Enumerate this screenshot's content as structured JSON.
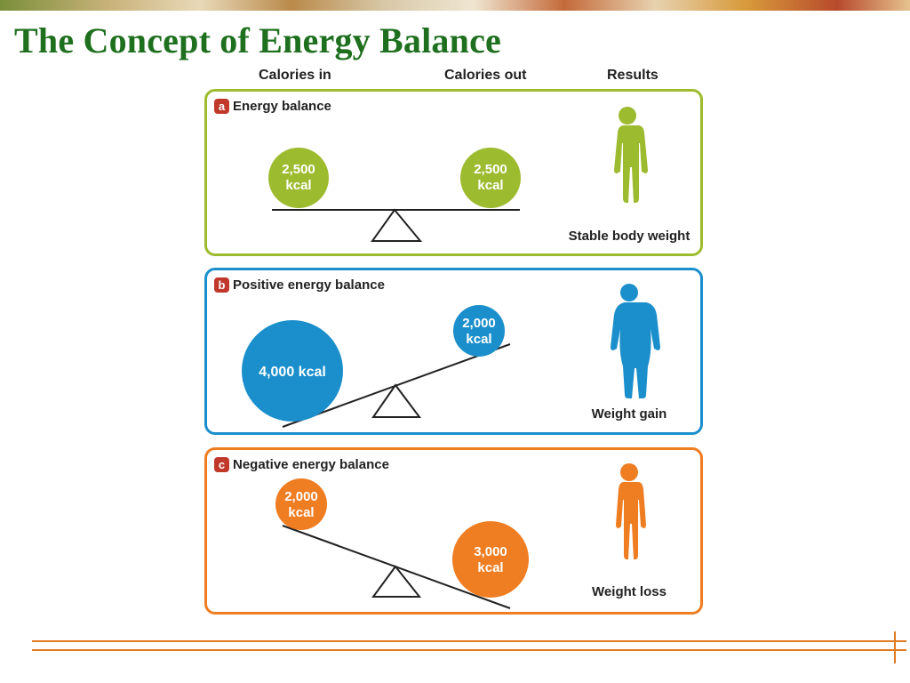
{
  "title": "The Concept of Energy Balance",
  "columns": {
    "in": "Calories in",
    "out": "Calories out",
    "results": "Results"
  },
  "colors": {
    "green": "#9dbb2f",
    "blue": "#1b8fcc",
    "orange": "#ef7d22",
    "title": "#1e6f1e",
    "badge": "#c0392b"
  },
  "panels": [
    {
      "letter": "a",
      "title": "Energy balance",
      "in_value": "2,500",
      "in_unit": "kcal",
      "out_value": "2,500",
      "out_unit": "kcal",
      "result": "Stable body weight"
    },
    {
      "letter": "b",
      "title": "Positive energy balance",
      "in_value": "4,000 kcal",
      "in_unit": "",
      "out_value": "2,000",
      "out_unit": "kcal",
      "result": "Weight gain"
    },
    {
      "letter": "c",
      "title": "Negative energy balance",
      "in_value": "2,000",
      "in_unit": "kcal",
      "out_value": "3,000",
      "out_unit": "kcal",
      "result": "Weight loss"
    }
  ]
}
